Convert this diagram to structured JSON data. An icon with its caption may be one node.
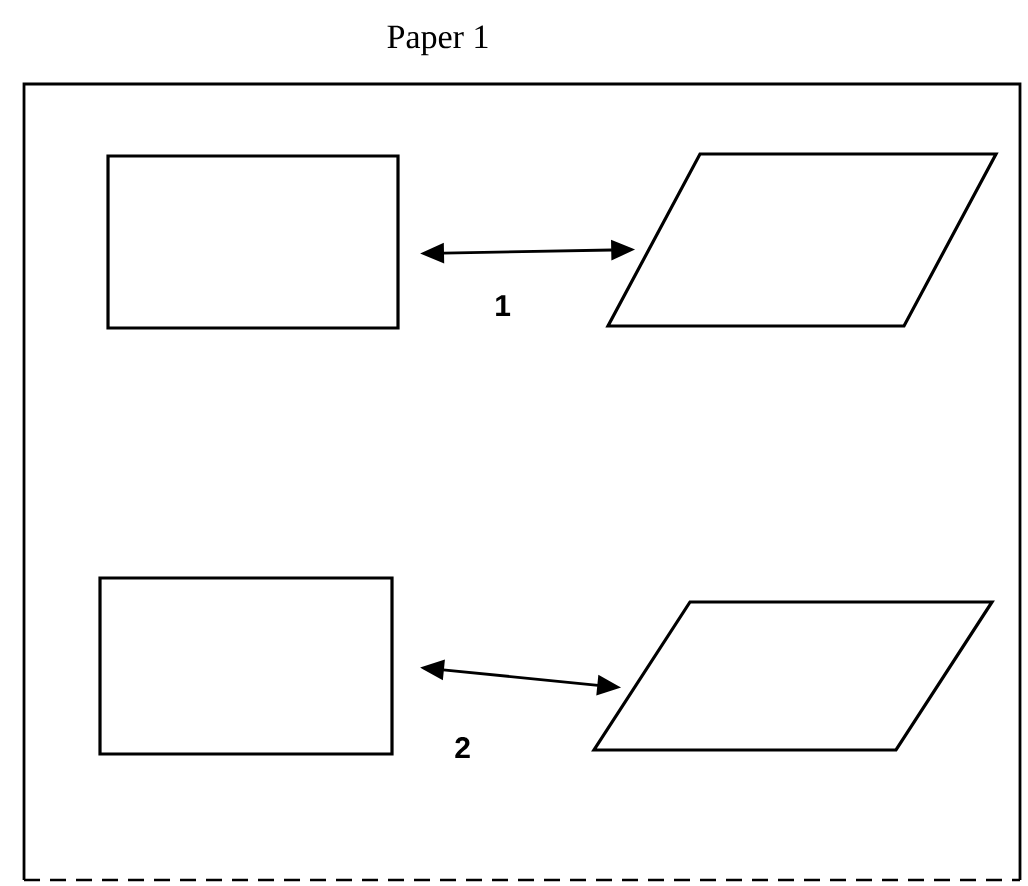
{
  "diagram": {
    "nodes": [
      {
        "text": [
          "Paper 1"
        ]
      },
      {
        "text": [],
        "shape": "box",
        "in": 0
      },
      {
        "text": [],
        "shape": "parallelogram",
        "in": 0
      },
      {
        "text": [],
        "shape": "box",
        "in": 0
      },
      {
        "text": [],
        "shape": "parallelogram",
        "in": 0
      }
    ],
    "edges": [
      {
        "from": 1,
        "to": 2,
        "arrow": "both",
        "label": "1"
      },
      {
        "from": 3,
        "to": 4,
        "arrow": "both",
        "label": "2"
      }
    ]
  }
}
